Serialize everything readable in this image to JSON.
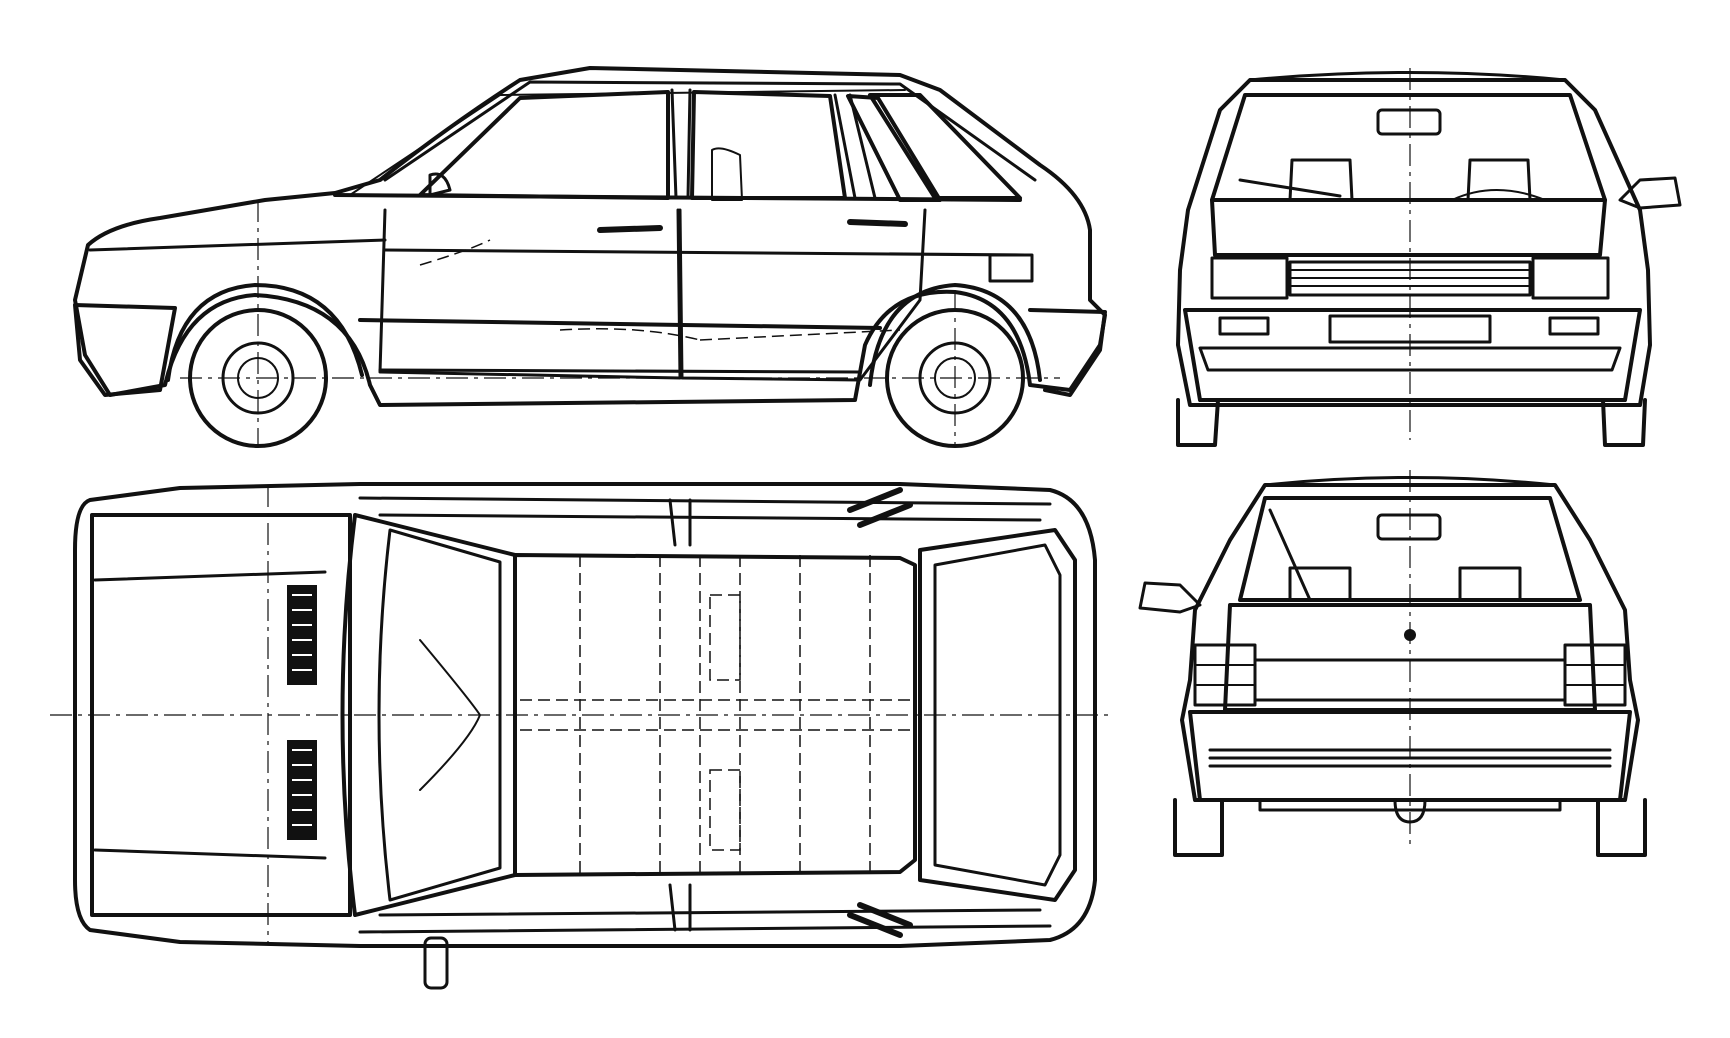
{
  "drawing": {
    "subject": "",
    "views": [
      {
        "id": "side",
        "label": ""
      },
      {
        "id": "front",
        "label": ""
      },
      {
        "id": "top",
        "label": ""
      },
      {
        "id": "rear",
        "label": ""
      }
    ]
  },
  "colors": {
    "ink": "#111111",
    "paper": "#ffffff"
  }
}
